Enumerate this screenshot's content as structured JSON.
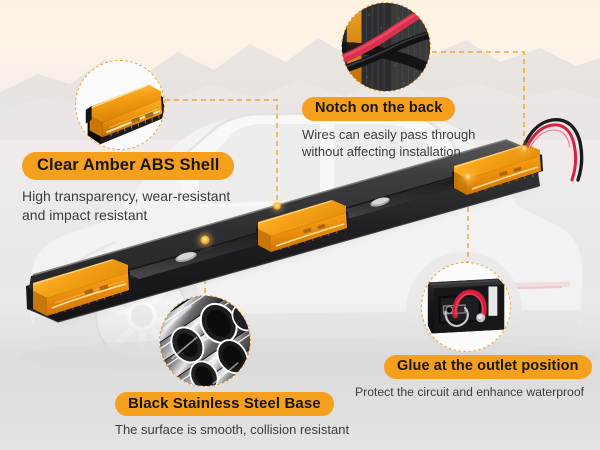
{
  "product": {
    "name": "LED marker light bar",
    "bar_color": "#2b2b2d",
    "lens_color": "#f0920c",
    "lens_count": 3,
    "wire_colors": [
      "#d81f3f",
      "#1a1a1a"
    ]
  },
  "theme": {
    "accent": "#f5a01d",
    "pill_text": "#17150f",
    "desc_text": "#3c3c3c",
    "dash_color": "#e9a93a",
    "bg_top": "#fdf1e2",
    "bg_bottom": "#e4e4e5"
  },
  "callouts": [
    {
      "id": "clear-amber-abs-shell",
      "title": "Clear Amber ABS Shell",
      "description": "High transparency, wear-resistant\nand impact resistant",
      "inset_icon": "amber-lens-module-photo"
    },
    {
      "id": "notch-on-the-back",
      "title": "Notch on the back",
      "description": "Wires can easily pass through\nwithout affecting installation",
      "inset_icon": "wire-notch-closeup-photo"
    },
    {
      "id": "black-stainless-steel-base",
      "title": "Black Stainless Steel Base",
      "description": "The surface is smooth, collision resistant",
      "inset_icon": "steel-tubes-photo"
    },
    {
      "id": "glue-at-the-outlet-position",
      "title": "Glue at the outlet position",
      "description": "Protect the circuit and enhance waterproof",
      "inset_icon": "glued-wire-outlet-photo"
    }
  ]
}
